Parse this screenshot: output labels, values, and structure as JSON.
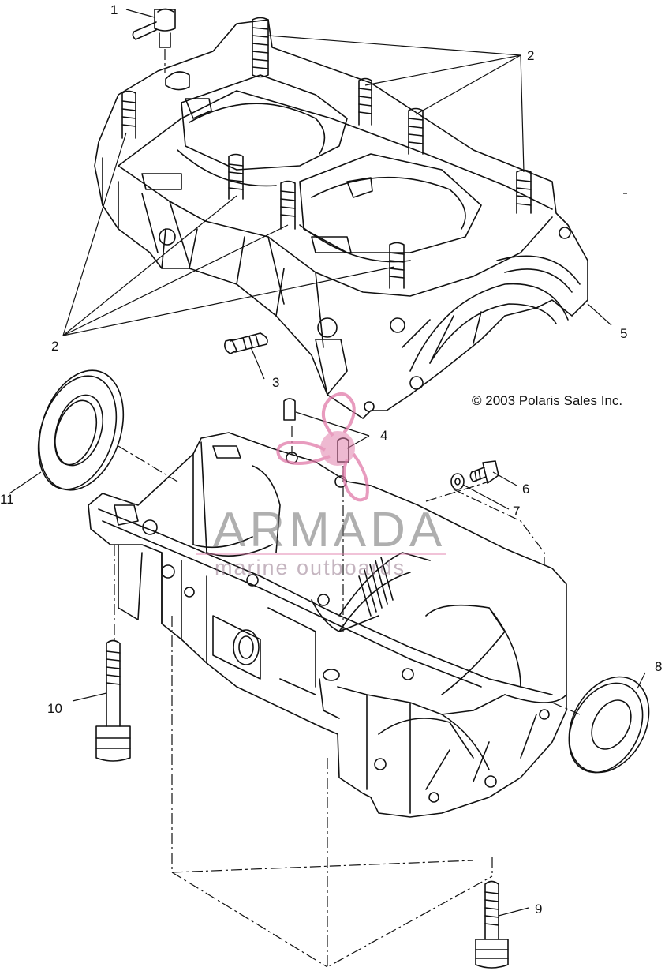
{
  "diagram": {
    "copyright": "© 2003 Polaris Sales Inc.",
    "watermark": {
      "title": "ARMADA",
      "subtitle": "marine outboards",
      "color": "#e07aa8"
    },
    "callouts": [
      "1",
      "2",
      "2",
      "3",
      "4",
      "5",
      "6",
      "7",
      "8",
      "9",
      "10",
      "11"
    ]
  }
}
